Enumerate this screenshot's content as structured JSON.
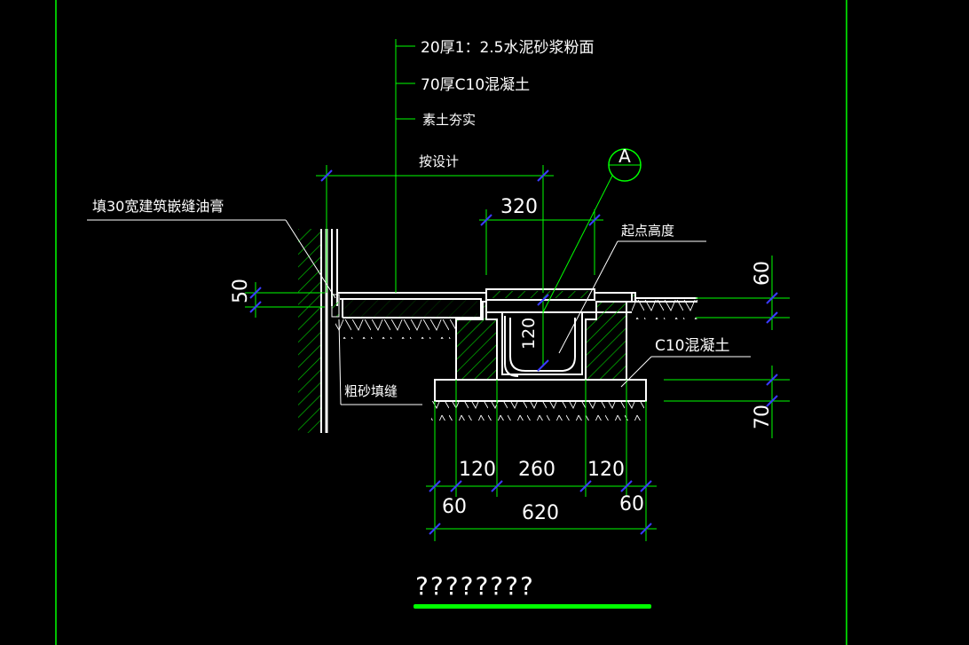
{
  "colors": {
    "background": "#000000",
    "frame": "#00ff00",
    "structure": "#ffffff",
    "dimension": "#00ff00",
    "tick": "#3a3aff",
    "hatch": "#00c000",
    "title_underline": "#00ff00"
  },
  "callouts": {
    "layer1": "20厚1：2.5水泥砂浆粉面",
    "layer2": "70厚C10混凝土",
    "layer3": "素土夯实",
    "design": "按设计",
    "joint_fill": "填30宽建筑嵌缝油膏",
    "start_height": "起点高度",
    "concrete": "C10混凝土",
    "coarse_sand": "粗砂填缝"
  },
  "section_marker": "A",
  "dimensions": {
    "d320": "320",
    "d120_v": "120",
    "d50": "50",
    "d60_right": "60",
    "d70_right": "70",
    "bottom_row1": [
      "120",
      "260",
      "120"
    ],
    "bottom_row2": [
      "60",
      "620",
      "60"
    ]
  },
  "title": "????????"
}
